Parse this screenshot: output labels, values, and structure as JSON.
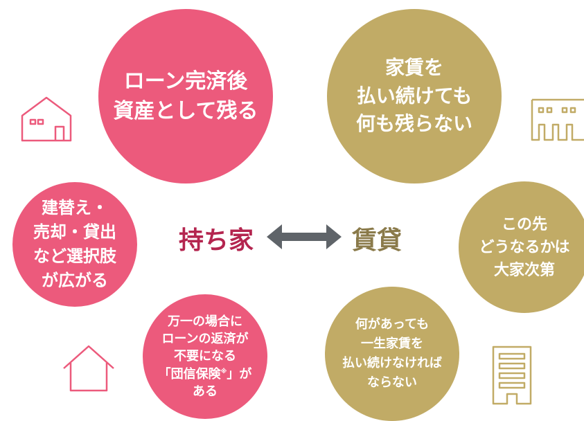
{
  "colors": {
    "owned": "#ec5a7c",
    "rent": "#c1ab66",
    "arrow": "#5f6469",
    "owned_label": "#b4254f",
    "rent_label": "#8a7a4a"
  },
  "center": {
    "owned_label": "持ち家",
    "rent_label": "賃貸"
  },
  "owned": {
    "asset": "ローン完済後\n資産として残る",
    "options": "建替え・\n売却・貸出\nなど選択肢\nが広がる",
    "insurance_pre": "万一の場合に\nローンの返済が\n不要になる\n「団信保険",
    "insurance_mark": "※",
    "insurance_post": "」が\nある"
  },
  "rent": {
    "nothing_left": "家賃を\n払い続けても\n何も残らない",
    "landlord": "この先\nどうなるかは\n大家次第",
    "keep_paying": "何があっても\n一生家賃を\n払い続けなければ\nならない"
  },
  "icons": [
    "house-outline-icon",
    "home-outline-icon",
    "apartment-outline-icon",
    "building-outline-icon"
  ]
}
